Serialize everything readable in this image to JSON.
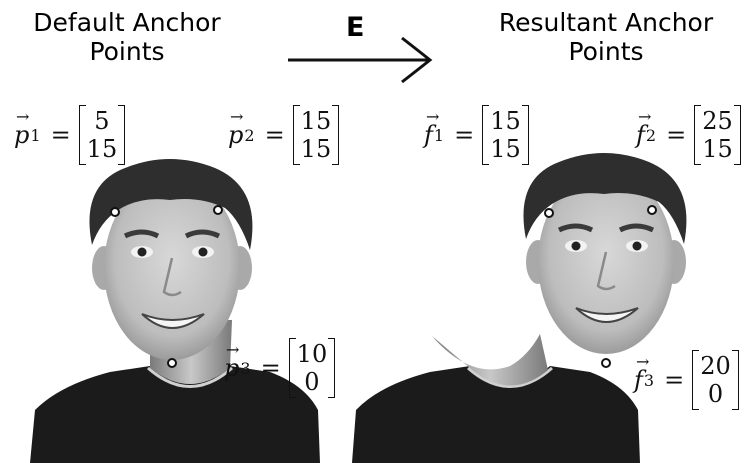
{
  "titles": {
    "left_line1": "Default Anchor",
    "left_line2": "Points",
    "right_line1": "Resultant Anchor",
    "right_line2": "Points"
  },
  "arrow": {
    "label": "E"
  },
  "default_points": [
    {
      "symbol": "p",
      "subscript": "1",
      "values": [
        "5",
        "15"
      ]
    },
    {
      "symbol": "p",
      "subscript": "2",
      "values": [
        "15",
        "15"
      ]
    },
    {
      "symbol": "p",
      "subscript": "3",
      "values": [
        "10",
        "0"
      ]
    }
  ],
  "resultant_points": [
    {
      "symbol": "f",
      "subscript": "1",
      "values": [
        "15",
        "15"
      ]
    },
    {
      "symbol": "f",
      "subscript": "2",
      "values": [
        "25",
        "15"
      ]
    },
    {
      "symbol": "f",
      "subscript": "3",
      "values": [
        "20",
        "0"
      ]
    }
  ],
  "equals": "=",
  "vector_arrow": "→",
  "colors": {
    "shirt": "#1b1b1b",
    "skin": "#c9c9c9",
    "hair": "#2e2e2e",
    "background": "#ffffff"
  }
}
